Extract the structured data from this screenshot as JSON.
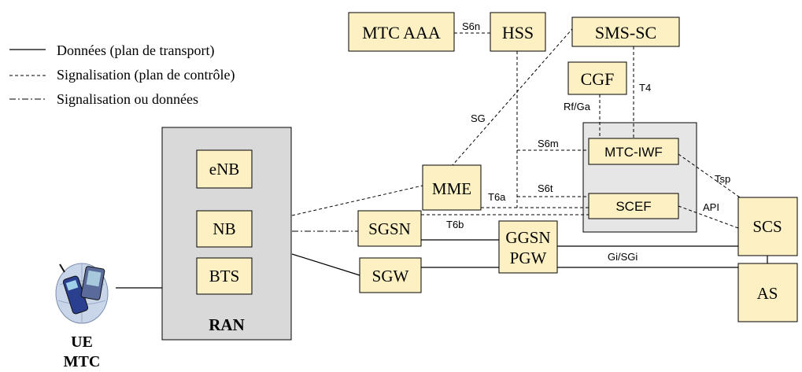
{
  "legend": {
    "solid": "Données (plan de transport)",
    "dashed": "Signalisation (plan de contrôle)",
    "dashdot": "Signalisation ou données"
  },
  "nodes": {
    "mtc_aaa": "MTC AAA",
    "hss": "HSS",
    "sms_sc": "SMS-SC",
    "cgf": "CGF",
    "mtc_iwf": "MTC-IWF",
    "scef": "SCEF",
    "enb": "eNB",
    "nb": "NB",
    "bts": "BTS",
    "ran": "RAN",
    "mme": "MME",
    "sgsn": "SGSN",
    "sgw": "SGW",
    "ggsn_line1": "GGSN",
    "ggsn_line2": "PGW",
    "scs": "SCS",
    "as": "AS",
    "ue_line1": "UE",
    "ue_line2": "MTC"
  },
  "interfaces": {
    "s6n": "S6n",
    "t4": "T4",
    "rf_ga": "Rf/Ga",
    "sg": "SG",
    "s6m": "S6m",
    "s6t": "S6t",
    "t6a": "T6a",
    "t6b": "T6b",
    "tsp": "Tsp",
    "api": "API",
    "gi_sgi": "Gi/SGi"
  },
  "colors": {
    "node_fill": "#fdf0c3",
    "ran_fill": "#d9d9d9",
    "scef_group_fill": "#e6e6e6"
  }
}
